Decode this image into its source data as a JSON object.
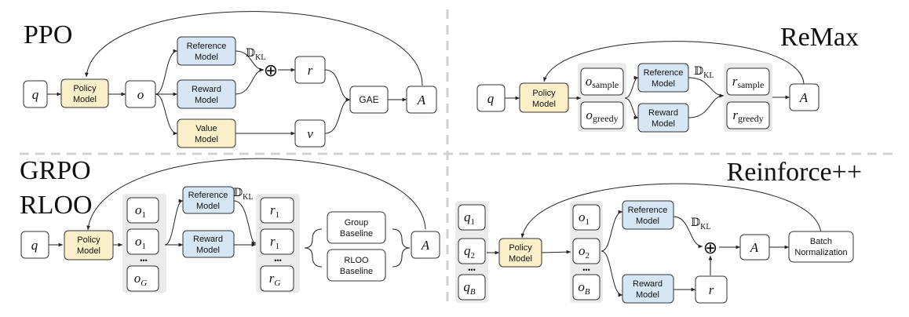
{
  "panels": {
    "ppo": {
      "title": "PPO",
      "q": "q",
      "policy": [
        "Policy",
        "Model"
      ],
      "o": "o",
      "reference": [
        "Reference",
        "Model"
      ],
      "reward": [
        "Reward",
        "Model"
      ],
      "value": [
        "Value",
        "Model"
      ],
      "kl": "𝔻",
      "kl_sub": "KL",
      "plus": "⊕",
      "r": "r",
      "v": "v",
      "gae": "GAE",
      "a": "A"
    },
    "remax": {
      "title": "ReMax",
      "q": "q",
      "policy": [
        "Policy",
        "Model"
      ],
      "o_sample": "o",
      "o_sample_sub": "sample",
      "o_greedy": "o",
      "o_greedy_sub": "greedy",
      "reference": [
        "Reference",
        "Model"
      ],
      "reward": [
        "Reward",
        "Model"
      ],
      "kl": "𝔻",
      "kl_sub": "KL",
      "r_sample": "r",
      "r_sample_sub": "sample",
      "r_greedy": "r",
      "r_greedy_sub": "greedy",
      "a": "A"
    },
    "grpo": {
      "title_1": "GRPO",
      "title_2": "RLOO",
      "q": "q",
      "policy": [
        "Policy",
        "Model"
      ],
      "o1a": "o",
      "o1a_sub": "1",
      "o1b": "o",
      "o1b_sub": "1",
      "oG": "o",
      "oG_sub": "G",
      "dots": "•••",
      "reference": [
        "Reference",
        "Model"
      ],
      "reward": [
        "Reward",
        "Model"
      ],
      "kl": "𝔻",
      "kl_sub": "KL",
      "r1a": "r",
      "r1a_sub": "1",
      "r1b": "r",
      "r1b_sub": "1",
      "rG": "r",
      "rG_sub": "G",
      "group_baseline": [
        "Group",
        "Baseline"
      ],
      "rloo_baseline": [
        "RLOO",
        "Baseline"
      ],
      "a": "A"
    },
    "reinforce": {
      "title": "Reinforce++",
      "q1": "q",
      "q1_sub": "1",
      "q2": "q",
      "q2_sub": "2",
      "qB": "q",
      "qB_sub": "B",
      "dots": "•••",
      "policy": [
        "Policy",
        "Model"
      ],
      "o1": "o",
      "o1_sub": "1",
      "o2": "o",
      "o2_sub": "2",
      "oB": "o",
      "oB_sub": "B",
      "reference": [
        "Reference",
        "Model"
      ],
      "reward": [
        "Reward",
        "Model"
      ],
      "kl": "𝔻",
      "kl_sub": "KL",
      "plus": "⊕",
      "a": "A",
      "r": "r",
      "batch_norm": [
        "Batch",
        "Normalization"
      ]
    }
  }
}
